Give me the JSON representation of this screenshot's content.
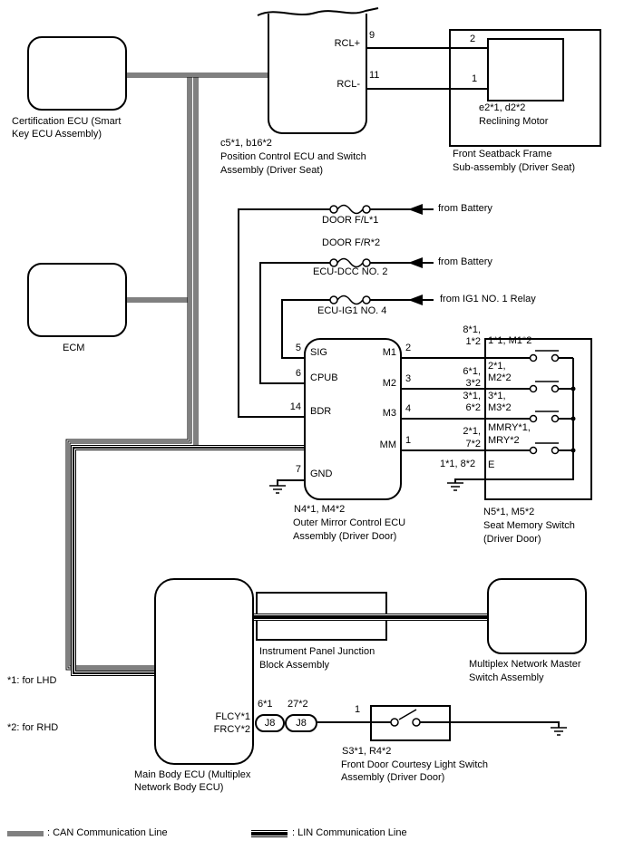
{
  "cert": {
    "l1": "Certification ECU (Smart",
    "l2": "Key ECU Assembly)"
  },
  "ecm": {
    "label": "ECM"
  },
  "pos": {
    "code": "c5*1, b16*2",
    "l1": "Position Control ECU and Switch",
    "l2": "Assembly (Driver Seat)",
    "rclp": "RCL+",
    "rclp_pin": "9",
    "rclm": "RCL-",
    "rclm_pin": "11"
  },
  "seatback": {
    "pin2": "2",
    "pin1": "1",
    "code": "e2*1, d2*2",
    "motor": "Reclining Motor",
    "l1": "Front Seatback Frame",
    "l2": "Sub-assembly (Driver Seat)"
  },
  "fuses": {
    "f1a": "DOOR F/L*1",
    "f1b": "DOOR F/R*2",
    "f1src": "from Battery",
    "f2": "ECU-DCC NO. 2",
    "f2src": "from Battery",
    "f3": "ECU-IG1 NO. 4",
    "f3src": "from IG1 NO. 1 Relay"
  },
  "mirror": {
    "p5": "5",
    "sig": "SIG",
    "p6": "6",
    "cpub": "CPUB",
    "p14": "14",
    "bdr": "BDR",
    "p7": "7",
    "gnd": "GND",
    "m1": "M1",
    "p2": "2",
    "m2": "M2",
    "p3": "3",
    "m3": "M3",
    "p4": "4",
    "mm": "MM",
    "p1": "1",
    "code": "N4*1, M4*2",
    "l1": "Outer Mirror Control ECU",
    "l2": "Assembly (Driver Door)"
  },
  "memory": {
    "ext1a": "8*1,",
    "ext1b": "1*2",
    "int1": "1*1, M1*2",
    "int2a": "2*1,",
    "int2b": "M2*2",
    "ext2a": "6*1,",
    "ext2b": "3*2",
    "ext3a": "3*1,",
    "ext3b": "6*2",
    "int3a": "3*1,",
    "int3b": "M3*2",
    "ext4a": "2*1,",
    "ext4b": "7*2",
    "int4a": "MMRY*1,",
    "int4b": "MRY*2",
    "exte": "1*1, 8*2",
    "inte": "E",
    "code": "N5*1, M5*2",
    "l1": "Seat Memory Switch",
    "l2": "(Driver Door)"
  },
  "junction": {
    "l1": "Instrument Panel Junction",
    "l2": "Block Assembly"
  },
  "multiplex": {
    "l1": "Multiplex Network Master",
    "l2": "Switch Assembly"
  },
  "notes": {
    "n1": "*1: for LHD",
    "n2": "*2: for RHD"
  },
  "mainbody": {
    "flcy": "FLCY*1",
    "frcy": "FRCY*2",
    "j8a_pin": "6*1",
    "j8b_pin": "27*2",
    "j8a": "J8",
    "j8b": "J8",
    "l1": "Main Body ECU (Multiplex",
    "l2": "Network Body ECU)"
  },
  "courtesy": {
    "pin": "1",
    "code": "S3*1, R4*2",
    "l1": "Front Door Courtesy Light Switch",
    "l2": "Assembly (Driver Door)"
  },
  "legend": {
    "can": ": CAN Communication Line",
    "lin": ": LIN Communication Line"
  },
  "line_colors": {
    "wire": "#000000",
    "background": "#ffffff"
  }
}
